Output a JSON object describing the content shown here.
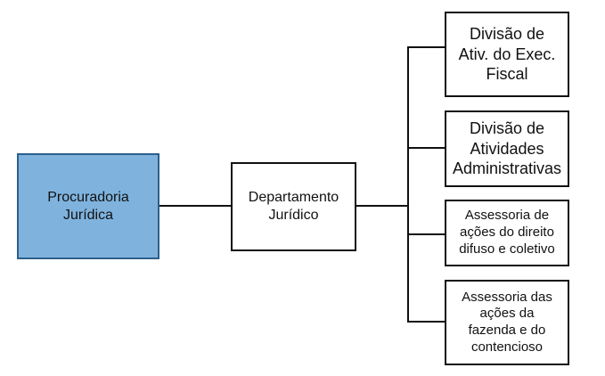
{
  "colors": {
    "root_fill": "#7fb3de",
    "root_border": "#2d5f8a",
    "box_fill": "#ffffff",
    "line": "#111111"
  },
  "root": {
    "label": "Procuradoria\nJurídica"
  },
  "department": {
    "label": "Departamento\nJurídico"
  },
  "children": [
    {
      "label": "Divisão de\nAtiv. do Exec.\nFiscal"
    },
    {
      "label": "Divisão de\nAtividades\nAdministrativas"
    },
    {
      "label": "Assessoria de\nações do direito\ndifuso e coletivo"
    },
    {
      "label": "Assessoria das\nações da\nfazenda e do\ncontencioso"
    }
  ]
}
